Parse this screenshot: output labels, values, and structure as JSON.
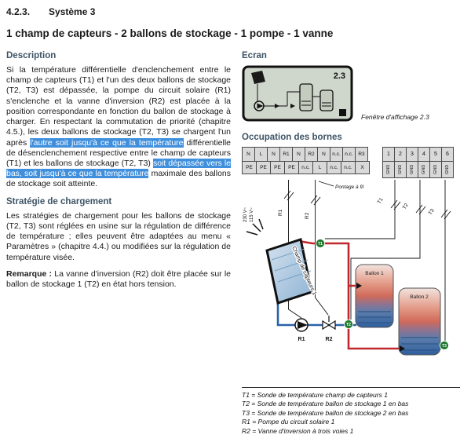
{
  "page": {
    "section_number": "4.2.3.",
    "section_name": "Système 3",
    "title": "1 champ de capteurs - 2 ballons de stockage - 1 pompe - 1 vanne"
  },
  "description": {
    "heading": "Description",
    "segments": [
      {
        "text": "Si la température différentielle d'enclenchement entre le champ de capteurs (T1) et l'un des deux ballons de stockage (T2, T3) est dépassée, la pompe du circuit solaire (R1) s'enclenche et la vanne d'inversion (R2) est placée à la position correspondante en fonction du ballon de stockage à charger. En respectant la commutation de priorité (chapitre 4.5.), les deux ballons de stockage (T2, T3) se chargent l'un après "
      },
      {
        "text": "l'autre soit jusqu'à ce que la température",
        "highlight": true
      },
      {
        "text": " différentielle de désenclenchement respective entre le champ de capteurs (T1) et les ballons de stockage (T2, T3) "
      },
      {
        "text": "soit dépassée vers le bas, soit jusqu'à ce que la température",
        "highlight": true
      },
      {
        "text": " maximale des ballons de  stockage soit atteinte."
      }
    ]
  },
  "strategy": {
    "heading": "Stratégie de chargement",
    "body": "Les stratégies de chargement pour les ballons de stockage (T2, T3) sont réglées en usine sur la régulation de différence de température ; elles peuvent être adaptées au menu « Paramètres » (chapitre 4.4.) ou modifiées sur la régulation de température visée."
  },
  "remark": {
    "label": "Remarque :",
    "body": " La vanne d'inversion (R2) doit être placée sur le ballon de stockage 1 (T2) en état hors tension."
  },
  "screen": {
    "heading": "Ecran",
    "display_value": "2.3",
    "caption": "Fenêtre d'affichage 2.3"
  },
  "terminals": {
    "heading": "Occupation des bornes",
    "power_row1": [
      "N",
      "L",
      "N",
      "R1",
      "N",
      "R2",
      "N",
      "n.c.",
      "n.c.",
      "R3"
    ],
    "power_row2": [
      "PE",
      "PE",
      "PE",
      "PE",
      "n.c.",
      "L",
      "n.c.",
      "n.c.",
      "X"
    ],
    "sensor_row1": [
      "1",
      "2",
      "3",
      "4",
      "5",
      "6"
    ],
    "sensor_row2": [
      "GND",
      "GND",
      "GND",
      "GND",
      "GND",
      "GND"
    ],
    "voltage_label_1": "230 V~",
    "voltage_label_2": "115 V~",
    "bridge_label": "Pontage à fil",
    "relay_wire_labels": [
      "R1",
      "R2"
    ],
    "sensor_wire_labels": [
      "T1",
      "T2",
      "T3"
    ]
  },
  "schematic": {
    "collector_label": "Champ de capteurs 1",
    "tank1_label": "Ballon 1",
    "tank2_label": "Ballon 2",
    "sensor_t1": "T1",
    "sensor_t2": "T2",
    "sensor_t3": "T3",
    "pump_label": "R1",
    "valve_label": "R2"
  },
  "legend": {
    "items": [
      "T1 = Sonde de température champ de capteurs 1",
      "T2 = Sonde de température ballon de stockage 1 en bas",
      "T3 = Sonde de température ballon de stockage 2 en bas",
      "R1 = Pompe du circuit solaire 1",
      "R2 = Vanne d'inversion à trois voies 1"
    ]
  }
}
